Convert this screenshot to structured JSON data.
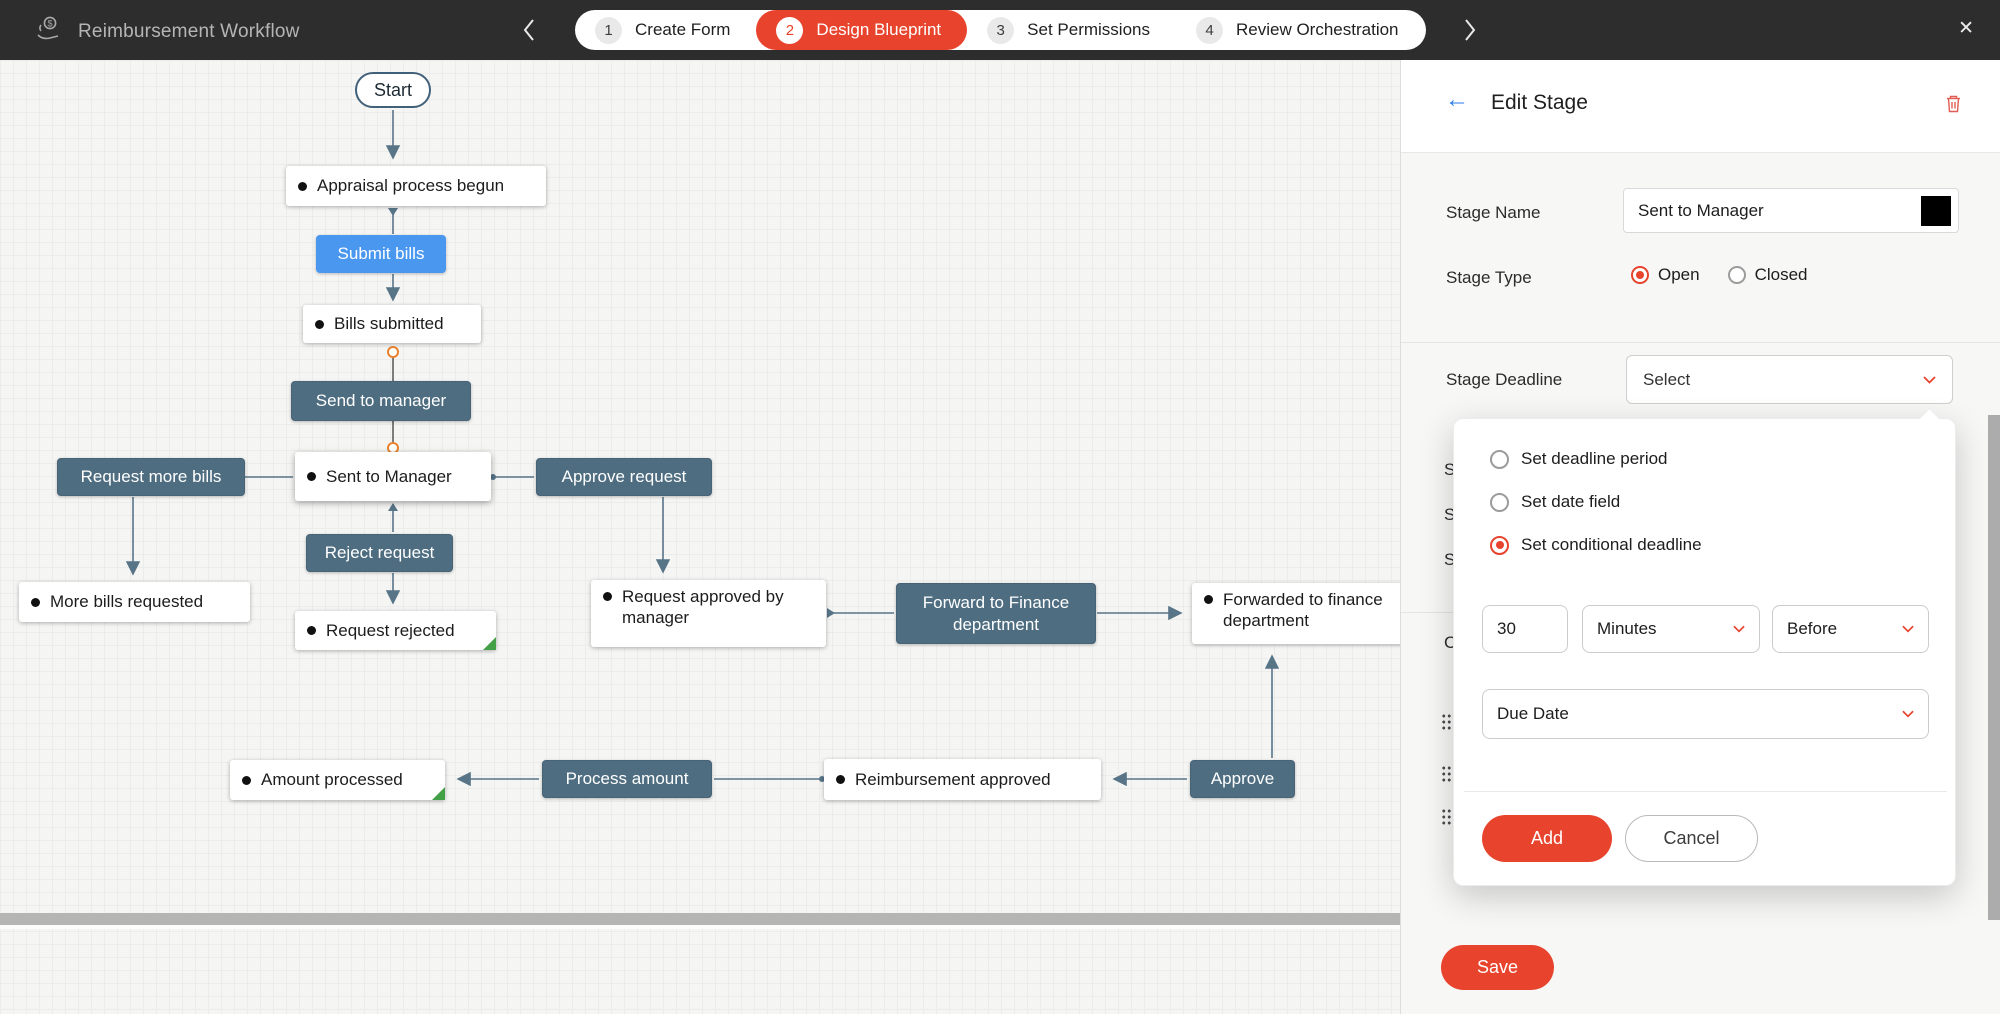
{
  "topbar": {
    "title": "Reimbursement Workflow",
    "app_icon": "cash-in-hand-icon",
    "steps": [
      {
        "num": "1",
        "label": "Create Form",
        "active": false
      },
      {
        "num": "2",
        "label": "Design Blueprint",
        "active": true
      },
      {
        "num": "3",
        "label": "Set Permissions",
        "active": false
      },
      {
        "num": "4",
        "label": "Review Orchestration",
        "active": false
      }
    ],
    "colors": {
      "bar_bg": "#2d2d2d",
      "active_step": "#e8432c"
    }
  },
  "canvas": {
    "nodes": [
      {
        "id": "start",
        "type": "start",
        "label": "Start"
      },
      {
        "id": "appraisal-process-begun",
        "type": "stage",
        "label": "Appraisal process begun"
      },
      {
        "id": "submit-bills",
        "type": "action",
        "label": "Submit bills"
      },
      {
        "id": "bills-submitted",
        "type": "stage",
        "label": "Bills submitted"
      },
      {
        "id": "send-to-manager",
        "type": "transition",
        "label": "Send to manager"
      },
      {
        "id": "request-more-bills",
        "type": "transition",
        "label": "Request more bills"
      },
      {
        "id": "sent-to-manager",
        "type": "stage",
        "label": "Sent to Manager"
      },
      {
        "id": "approve-request",
        "type": "transition",
        "label": "Approve request"
      },
      {
        "id": "reject-request",
        "type": "transition",
        "label": "Reject request"
      },
      {
        "id": "more-bills-requested",
        "type": "stage",
        "label": "More bills requested"
      },
      {
        "id": "request-rejected",
        "type": "stage",
        "label": "Request rejected",
        "flag": true
      },
      {
        "id": "request-approved-by-manager",
        "type": "stage",
        "label": "Request approved by manager"
      },
      {
        "id": "forward-to-finance-department",
        "type": "transition",
        "label": "Forward to Finance department"
      },
      {
        "id": "forwarded-to-finance-department",
        "type": "stage",
        "label": "Forwarded to finance department"
      },
      {
        "id": "amount-processed",
        "type": "stage",
        "label": "Amount processed",
        "flag": true
      },
      {
        "id": "process-amount",
        "type": "transition",
        "label": "Process amount"
      },
      {
        "id": "reimbursement-approved",
        "type": "stage",
        "label": "Reimbursement approved"
      },
      {
        "id": "approve",
        "type": "transition",
        "label": "Approve"
      }
    ],
    "colors": {
      "stage_card": "#ffffff",
      "transition": "#4e6d80",
      "action_blue": "#4a97f0",
      "connector": "#587588",
      "port_orange": "#e8822e",
      "flag_green": "#43a047"
    }
  },
  "panel": {
    "title": "Edit Stage",
    "back_icon": "arrow-left",
    "delete_icon": "trash",
    "stage_name": {
      "label": "Stage Name",
      "value": "Sent to Manager"
    },
    "stage_type": {
      "label": "Stage Type",
      "options": [
        "Open",
        "Closed"
      ],
      "selected": "Open"
    },
    "stage_deadline": {
      "label": "Stage Deadline",
      "value": "Select"
    },
    "clipped_labels": [
      "S",
      "S",
      "S",
      "C"
    ],
    "deadline_popup": {
      "options": [
        {
          "label": "Set deadline period",
          "selected": false
        },
        {
          "label": "Set date field",
          "selected": false
        },
        {
          "label": "Set conditional deadline",
          "selected": true
        }
      ],
      "amount": "30",
      "unit": "Minutes",
      "relation": "Before",
      "date_field": "Due Date",
      "add_label": "Add",
      "cancel_label": "Cancel"
    },
    "save_label": "Save"
  }
}
